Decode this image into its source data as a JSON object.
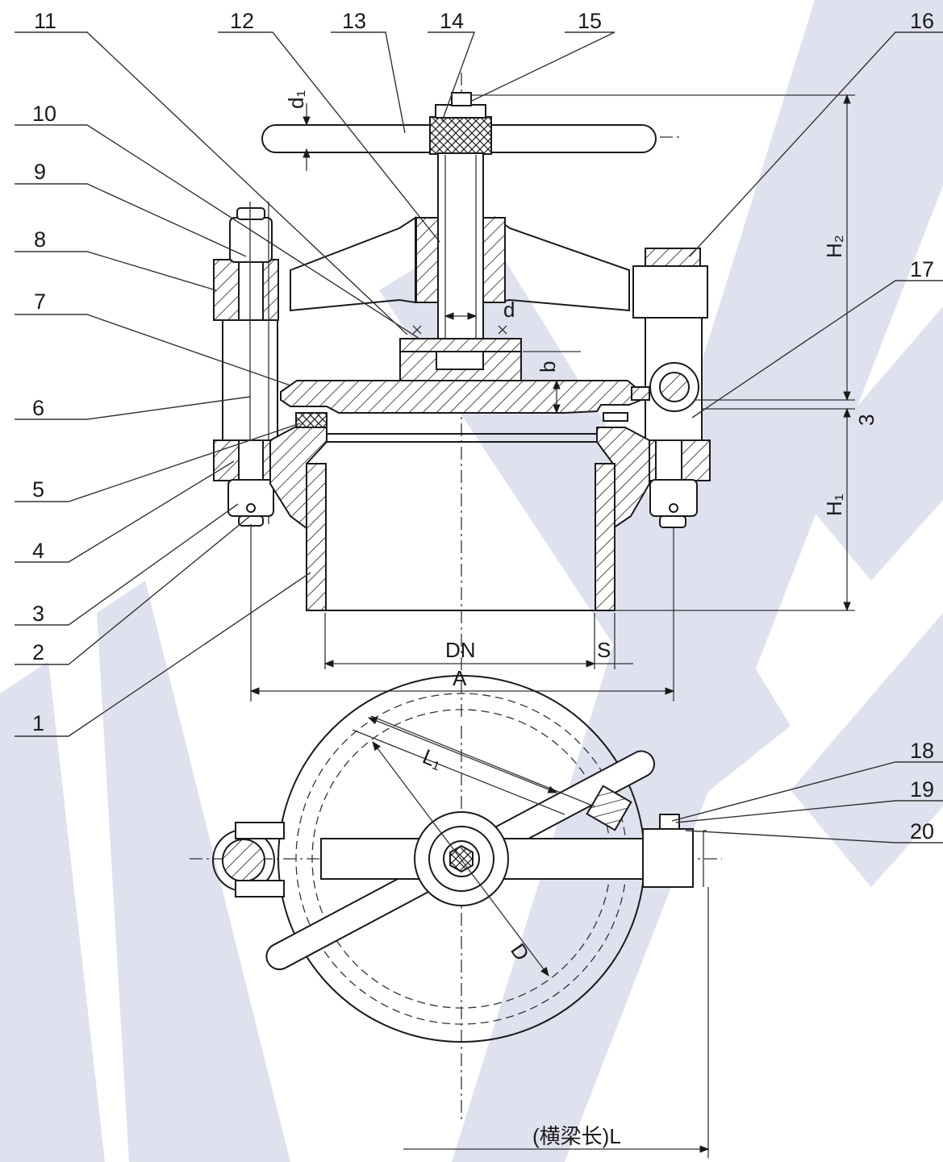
{
  "colors": {
    "line": "#1a1a1a",
    "watermark": "#dfe1ef",
    "background": "#ffffff"
  },
  "part_numbers": [
    "1",
    "2",
    "3",
    "4",
    "5",
    "6",
    "7",
    "8",
    "9",
    "10",
    "11",
    "12",
    "13",
    "14",
    "15",
    "16",
    "17",
    "18",
    "19",
    "20"
  ],
  "dimensions": {
    "d1": "d₁",
    "H2": "H₂",
    "d": "d",
    "b": "b",
    "three": "3",
    "H1": "H₁",
    "DN": "DN",
    "S": "S",
    "A": "A",
    "L1": "L₁",
    "D": "D",
    "L": "(横梁长)L"
  }
}
